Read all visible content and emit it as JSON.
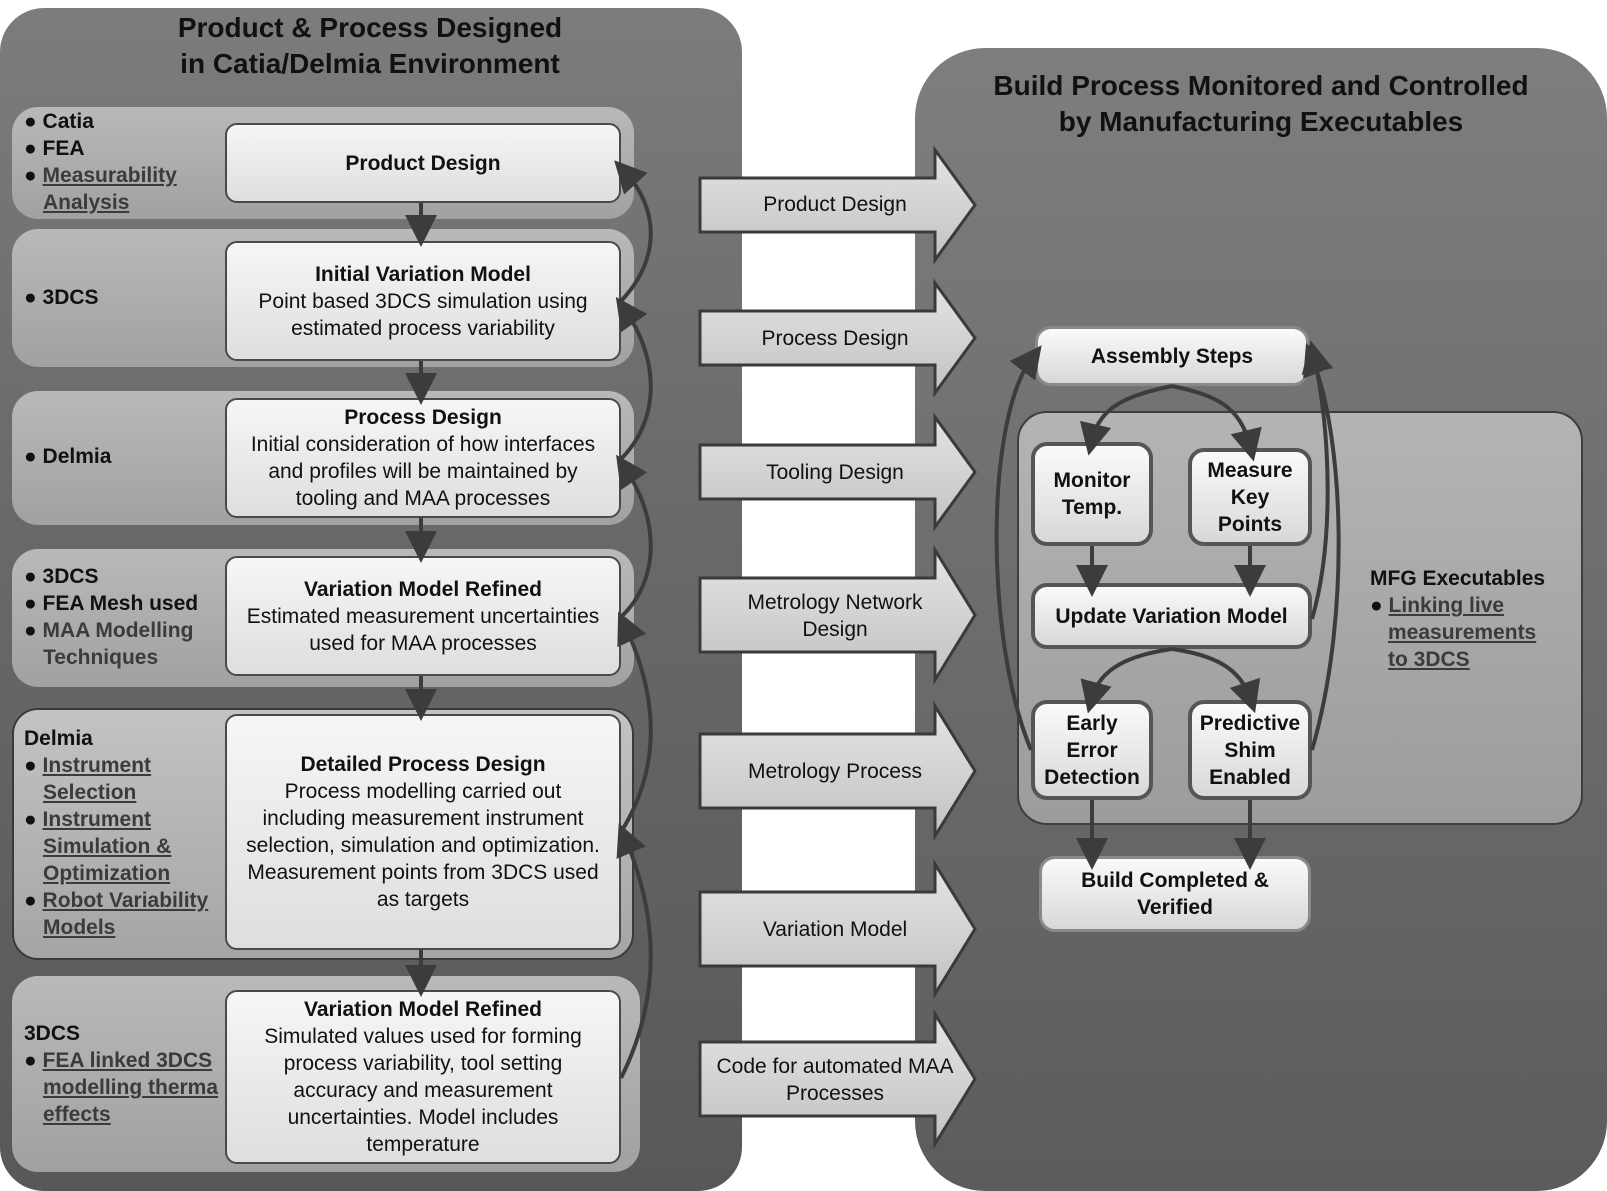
{
  "left_panel": {
    "title_line1": "Product & Process Designed",
    "title_line2": "in Catia/Delmia Environment",
    "stages": [
      {
        "tools": [
          {
            "text": "Catia",
            "bullet": true,
            "link": false
          },
          {
            "text": "FEA",
            "bullet": true,
            "link": false
          },
          {
            "text": "Measurability",
            "bullet": true,
            "link": true
          },
          {
            "text": "Analysis",
            "bullet": false,
            "link": true
          }
        ],
        "box_title": "Product Design",
        "box_lines": []
      },
      {
        "tools": [
          {
            "text": "3DCS",
            "bullet": true,
            "link": false
          }
        ],
        "box_title": "Initial Variation Model",
        "box_lines": [
          "Point based 3DCS simulation using",
          "estimated process variability"
        ]
      },
      {
        "tools": [
          {
            "text": "Delmia",
            "bullet": true,
            "link": false
          }
        ],
        "box_title": "Process Design",
        "box_lines": [
          "Initial consideration of how interfaces",
          "and profiles will be maintained by",
          "tooling and MAA processes"
        ]
      },
      {
        "tools": [
          {
            "text": "3DCS",
            "bullet": true,
            "link": false
          },
          {
            "text": "FEA Mesh used",
            "bullet": true,
            "link": false
          },
          {
            "text": "MAA Modelling",
            "bullet": true,
            "link": false
          },
          {
            "text": "Techniques",
            "bullet": false,
            "link": false
          }
        ],
        "box_title": "Variation Model Refined",
        "box_lines": [
          "Estimated measurement uncertainties",
          "used for MAA processes"
        ]
      },
      {
        "tools": [
          {
            "text": "Delmia",
            "bullet": false,
            "link": false,
            "heading": true
          },
          {
            "text": "Instrument",
            "bullet": true,
            "link": true
          },
          {
            "text": "Selection",
            "bullet": false,
            "link": true
          },
          {
            "text": "Instrument",
            "bullet": true,
            "link": true
          },
          {
            "text": "Simulation &",
            "bullet": false,
            "link": true
          },
          {
            "text": "Optimization",
            "bullet": false,
            "link": true
          },
          {
            "text": "Robot Variability",
            "bullet": true,
            "link": true
          },
          {
            "text": "Models",
            "bullet": false,
            "link": true
          }
        ],
        "box_title": "Detailed Process Design",
        "box_lines": [
          "Process modelling carried out",
          "including measurement instrument",
          "selection, simulation and optimization.",
          "Measurement points from 3DCS used",
          "as targets"
        ]
      },
      {
        "tools": [
          {
            "text": "3DCS",
            "bullet": false,
            "link": false,
            "heading": true
          },
          {
            "text": "FEA linked 3DCS",
            "bullet": true,
            "link": true
          },
          {
            "text": "modelling therma",
            "bullet": false,
            "link": true
          },
          {
            "text": "effects",
            "bullet": false,
            "link": true
          }
        ],
        "box_title": "Variation Model Refined",
        "box_lines": [
          "Simulated values used for forming",
          "process variability, tool setting",
          "accuracy and measurement",
          "uncertainties. Model includes",
          "temperature"
        ]
      }
    ]
  },
  "transfer_arrows": [
    {
      "lines": [
        "Product Design"
      ]
    },
    {
      "lines": [
        "Process Design"
      ]
    },
    {
      "lines": [
        "Tooling Design"
      ]
    },
    {
      "lines": [
        "Metrology Network",
        "Design"
      ]
    },
    {
      "lines": [
        "Metrology Process"
      ]
    },
    {
      "lines": [
        "Variation Model"
      ]
    },
    {
      "lines": [
        "Code for automated MAA",
        "Processes"
      ]
    }
  ],
  "right_panel": {
    "title_line1": "Build Process Monitored and Controlled",
    "title_line2": "by Manufacturing Executables",
    "assembly_steps": "Assembly Steps",
    "monitor_temp": [
      "Monitor",
      "Temp."
    ],
    "measure_key_points": [
      "Measure",
      "Key",
      "Points"
    ],
    "update_variation_model": "Update Variation Model",
    "early_error_detection": [
      "Early",
      "Error",
      "Detection"
    ],
    "predictive_shim": [
      "Predictive",
      "Shim",
      "Enabled"
    ],
    "build_completed": [
      "Build Completed &",
      "Verified"
    ],
    "mfg_title": "MFG Executables",
    "mfg_items": [
      "Linking live",
      "measurements",
      "to 3DCS"
    ]
  },
  "colors": {
    "panel_dark": "#6a6a6a",
    "band": "#aaaaaa",
    "box": "#ececec",
    "arrow_fill": "#d2d2d2",
    "connector": "#3c3c3c"
  }
}
